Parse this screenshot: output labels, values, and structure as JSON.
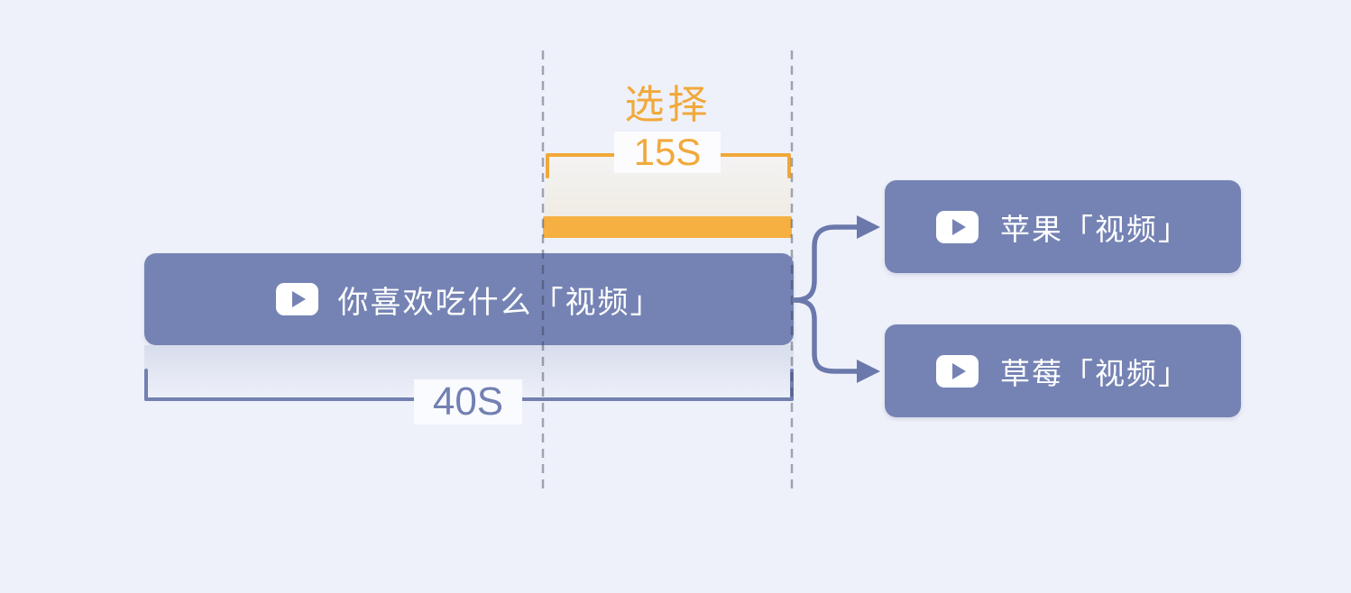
{
  "selection": {
    "label": "选择",
    "duration": "15S"
  },
  "main_video": {
    "label": "你喜欢吃什么「视频」",
    "duration": "40S"
  },
  "branches": [
    {
      "label": "苹果「视频」"
    },
    {
      "label": "草莓「视频」"
    }
  ],
  "icons": {
    "play": "play-icon",
    "play_glyph": "▶",
    "arrow_glyph": "→"
  },
  "colors": {
    "background": "#EEF1FA",
    "node_blue": "#7583B4",
    "arrow_blue": "#6B78AB",
    "duration_blue": "#7280B2",
    "accent_orange": "#F1A93C",
    "segment_orange": "#F5B041",
    "bracket_orange": "#F0A838",
    "guide_line_gray": "#9AA0AE"
  }
}
